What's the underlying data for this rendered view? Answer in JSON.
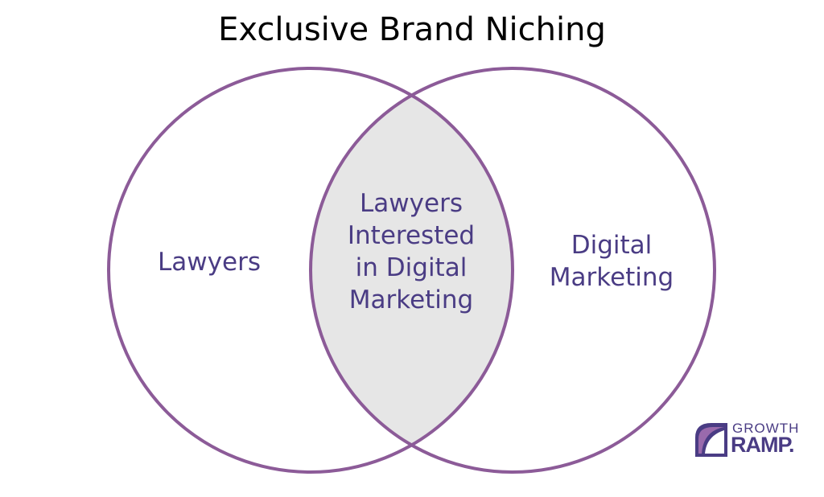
{
  "title": "Exclusive Brand Niching",
  "circles": {
    "left_label": "Lawyers",
    "right_label_line1": "Digital",
    "right_label_line2": "Marketing",
    "overlap_lines": [
      "Lawyers",
      "Interested",
      "in Digital",
      "Marketing"
    ]
  },
  "colors": {
    "stroke": "#8c5b98",
    "overlap_fill": "#e6e6e6",
    "text": "#4a3c84"
  },
  "logo": {
    "line1": "GROWTH",
    "line2": "RAMP."
  }
}
